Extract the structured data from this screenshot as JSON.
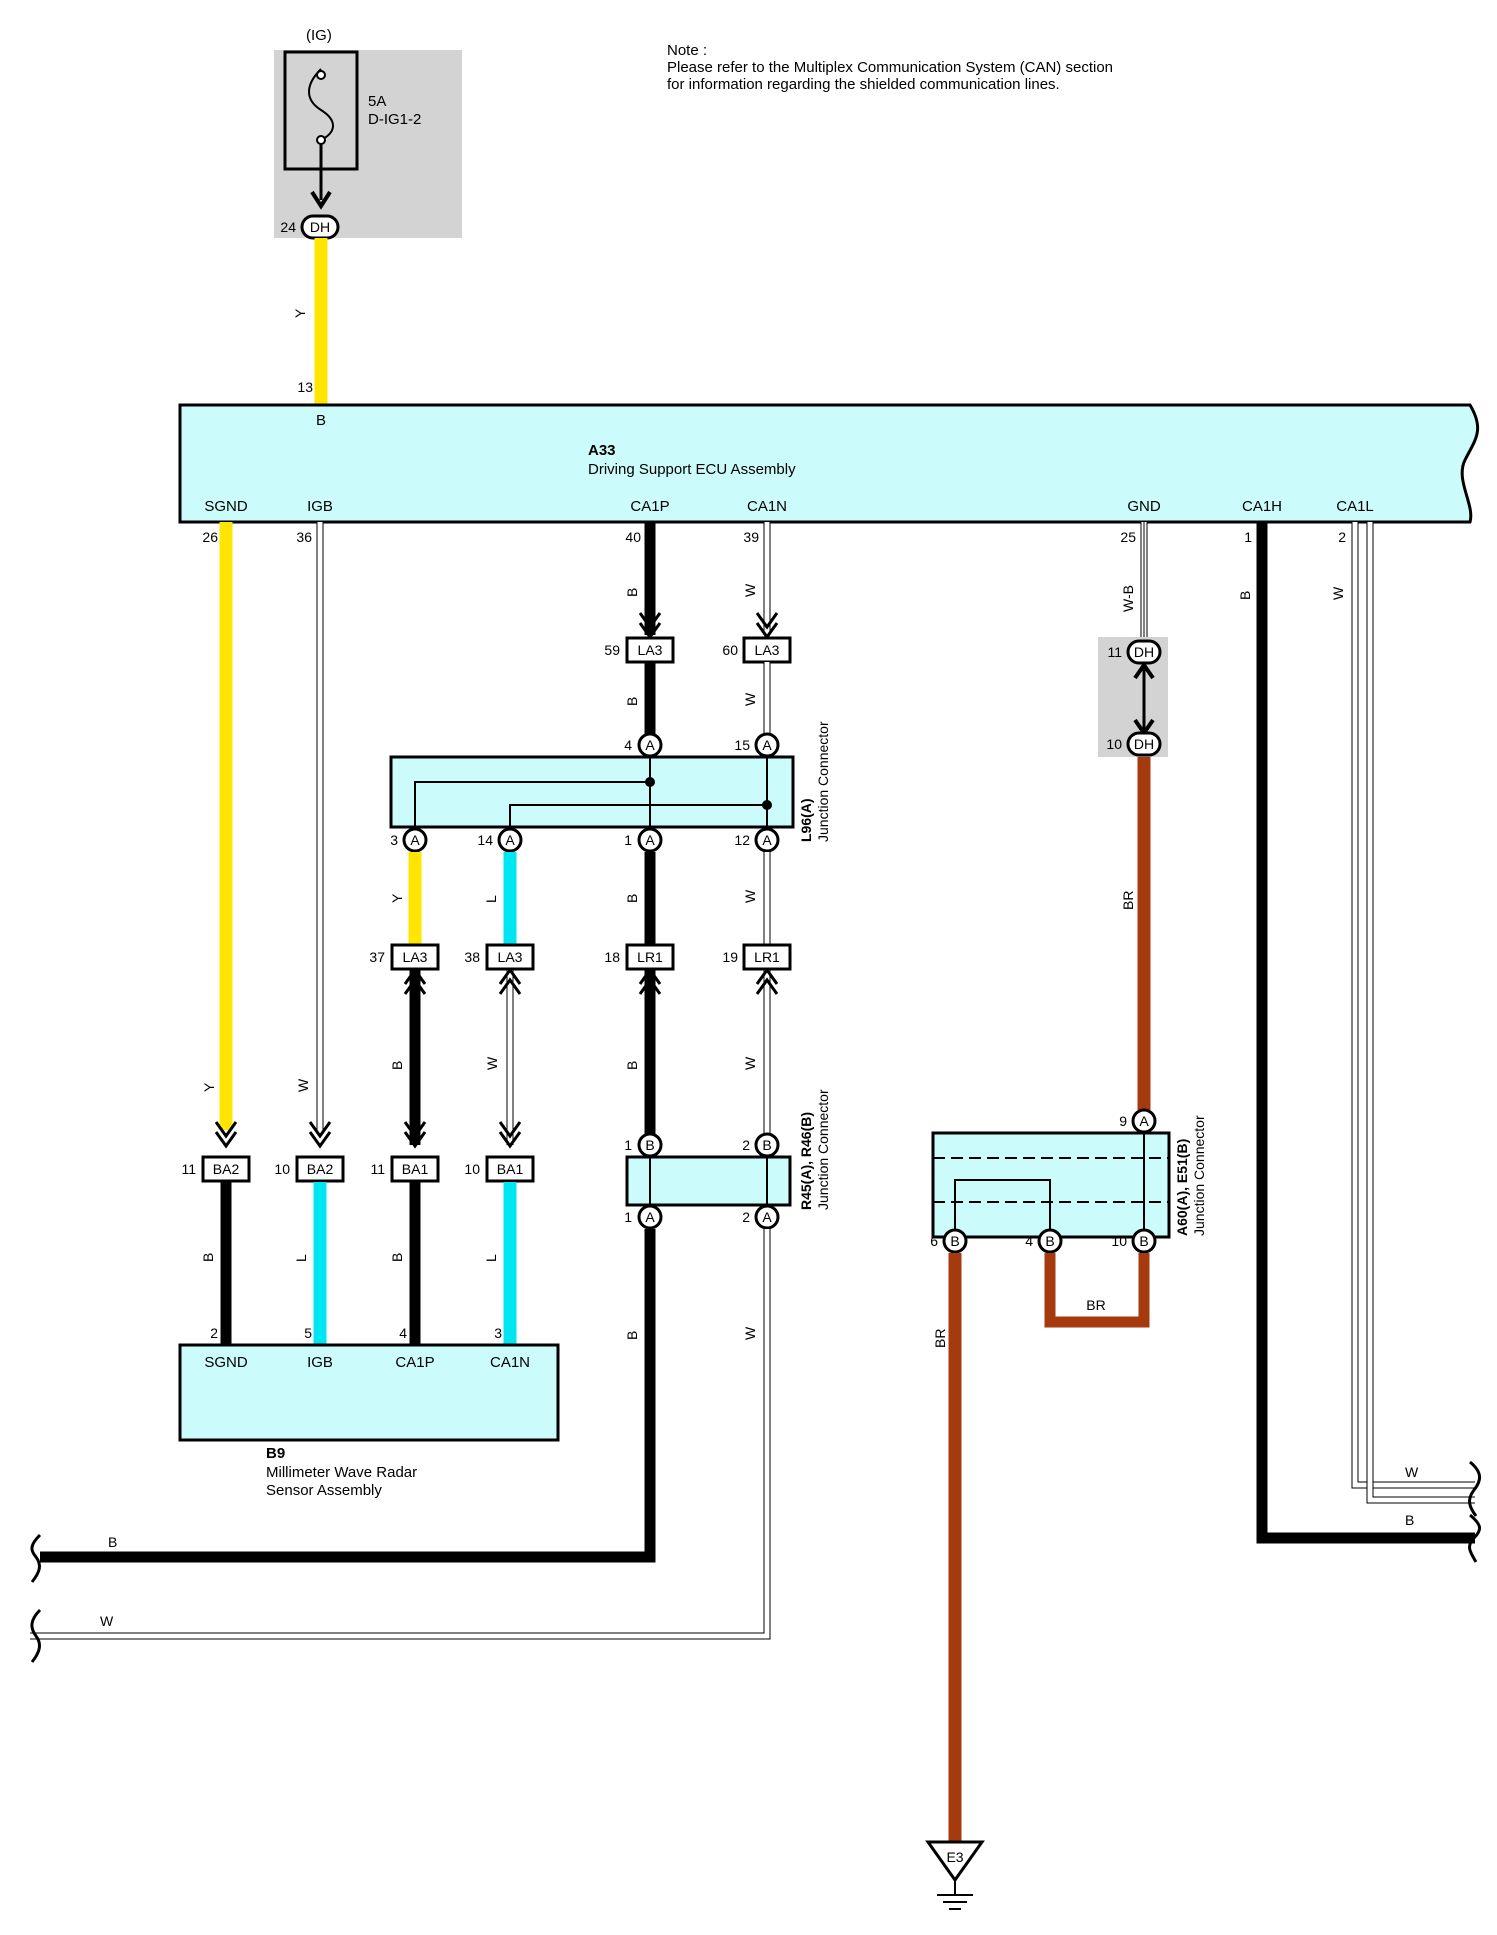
{
  "note": {
    "heading": "Note :",
    "line1": "Please refer to the Multiplex Communication System (CAN) section",
    "line2": "for information regarding the shielded communication lines."
  },
  "fuse": {
    "source": "(IG)",
    "rating": "5A",
    "name": "D-IG1-2",
    "connector": "DH",
    "pin": "24"
  },
  "ecu": {
    "code": "A33",
    "name": "Driving Support ECU Assembly",
    "pin_b": "13",
    "label_b": "B",
    "terminals": [
      {
        "name": "SGND",
        "pin": "26"
      },
      {
        "name": "IGB",
        "pin": "36"
      },
      {
        "name": "CA1P",
        "pin": "40"
      },
      {
        "name": "CA1N",
        "pin": "39"
      },
      {
        "name": "GND",
        "pin": "25"
      },
      {
        "name": "CA1H",
        "pin": "1"
      },
      {
        "name": "CA1L",
        "pin": "2"
      }
    ]
  },
  "radar": {
    "code": "B9",
    "name_line1": "Millimeter Wave Radar",
    "name_line2": "Sensor Assembly",
    "terminals": [
      {
        "name": "SGND",
        "pin": "2"
      },
      {
        "name": "IGB",
        "pin": "5"
      },
      {
        "name": "CA1P",
        "pin": "4"
      },
      {
        "name": "CA1N",
        "pin": "3"
      }
    ]
  },
  "jc_l96": {
    "code": "L96(A)",
    "name": "Junction Connector",
    "top_pins": [
      "4",
      "15"
    ],
    "bottom_pins": [
      "3",
      "14",
      "1",
      "12"
    ],
    "letter": "A"
  },
  "jc_r45": {
    "code": "R45(A), R46(B)",
    "name": "Junction Connector",
    "top_pins": [
      "1",
      "2"
    ],
    "top_letter": "B",
    "bottom_pins": [
      "1",
      "2"
    ],
    "bottom_letter": "A"
  },
  "jc_a60": {
    "code": "A60(A), E51(B)",
    "name": "Junction Connector",
    "top_pin": "9",
    "top_letter": "A",
    "bottom_pins": [
      "6",
      "4",
      "10"
    ],
    "bottom_letter": "B"
  },
  "connectors": {
    "la3_59": {
      "pin": "59",
      "name": "LA3"
    },
    "la3_60": {
      "pin": "60",
      "name": "LA3"
    },
    "dh_11": {
      "pin": "11",
      "name": "DH"
    },
    "dh_10": {
      "pin": "10",
      "name": "DH"
    },
    "la3_37": {
      "pin": "37",
      "name": "LA3"
    },
    "la3_38": {
      "pin": "38",
      "name": "LA3"
    },
    "lr1_18": {
      "pin": "18",
      "name": "LR1"
    },
    "lr1_19": {
      "pin": "19",
      "name": "LR1"
    },
    "ba2_11": {
      "pin": "11",
      "name": "BA2"
    },
    "ba2_10": {
      "pin": "10",
      "name": "BA2"
    },
    "ba1_11": {
      "pin": "11",
      "name": "BA1"
    },
    "ba1_10": {
      "pin": "10",
      "name": "BA1"
    }
  },
  "wire_colors": {
    "Y": "Y",
    "W": "W",
    "B": "B",
    "L": "L",
    "WB": "W-B",
    "BR": "BR"
  },
  "ground": "E3",
  "colors": {
    "yellow": "#ffe500",
    "cyan": "#00e6f0",
    "brown": "#a53a0e",
    "black": "#000000",
    "box_fill": "#ccfbfb",
    "gray_fill": "#d3d3d3"
  }
}
